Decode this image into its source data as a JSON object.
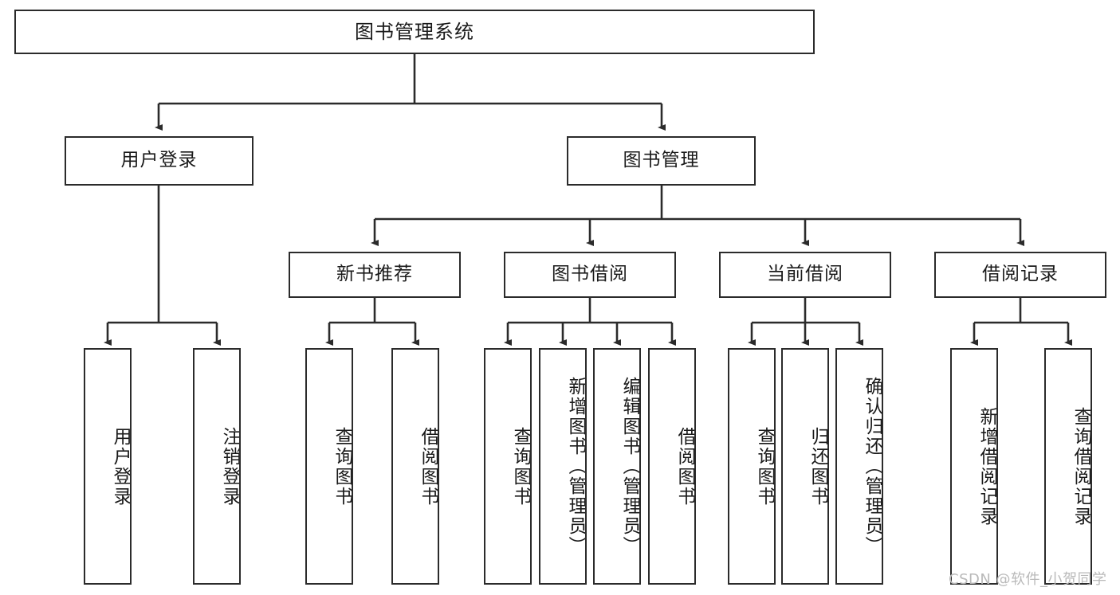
{
  "diagram": {
    "title": "图书管理系统",
    "type": "tree-structure-chart",
    "stroke_color": "#2b2b2b",
    "background_color": "#ffffff",
    "text_color": "#1a1a1a"
  },
  "nodes": {
    "root": {
      "label": "图书管理系统"
    },
    "level2": [
      {
        "label": "用户登录"
      },
      {
        "label": "图书管理"
      }
    ],
    "level3": [
      {
        "label": "新书推荐"
      },
      {
        "label": "图书借阅"
      },
      {
        "label": "当前借阅"
      },
      {
        "label": "借阅记录"
      }
    ],
    "leaves": {
      "user_login": [
        {
          "label": "用户登录"
        },
        {
          "label": "注销登录"
        }
      ],
      "new_book_recommend": [
        {
          "label": "查询图书"
        },
        {
          "label": "借阅图书"
        }
      ],
      "book_borrow": [
        {
          "label": "查询图书"
        },
        {
          "label": "新增图书（管理员）"
        },
        {
          "label": "编辑图书（管理员）"
        },
        {
          "label": "借阅图书"
        }
      ],
      "current_borrow": [
        {
          "label": "查询图书"
        },
        {
          "label": "归还图书"
        },
        {
          "label": "确认归还（管理员）"
        }
      ],
      "borrow_record": [
        {
          "label": "新增借阅记录"
        },
        {
          "label": "查询借阅记录"
        }
      ]
    }
  },
  "watermark": {
    "text": "CSDN @软件_小贺同学"
  }
}
